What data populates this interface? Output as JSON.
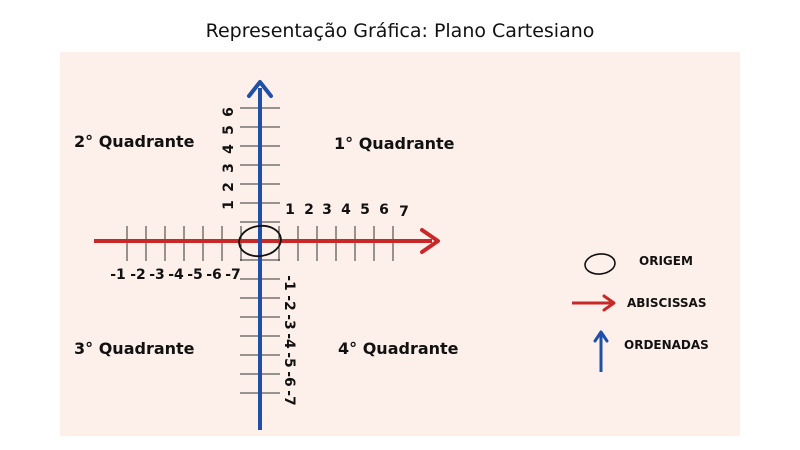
{
  "title": "Representação Gráfica: Plano Cartesiano",
  "quadrants": {
    "q1": "1° Quadrante",
    "q2": "2° Quadrante",
    "q3": "3° Quadrante",
    "q4": "4° Quadrante"
  },
  "x_positive": [
    "1",
    "2",
    "3",
    "4",
    "5",
    "6",
    "7"
  ],
  "x_negative": [
    "-1",
    "-2",
    "-3",
    "-4",
    "-5",
    "-6",
    "-7"
  ],
  "y_positive": [
    "1",
    "2",
    "3",
    "4",
    "5",
    "6"
  ],
  "y_negative": [
    "-1",
    "-2",
    "-3",
    "-4",
    "-5",
    "-6",
    "-7"
  ],
  "legend": {
    "origin": "ORIGEM",
    "abscissas": "ABISCISSAS",
    "ordinates": "ORDENADAS"
  },
  "colors": {
    "panel_background": "#fdf0ea",
    "x_axis": "#c8282a",
    "y_axis": "#1f4fa6",
    "tick": "#333333"
  }
}
